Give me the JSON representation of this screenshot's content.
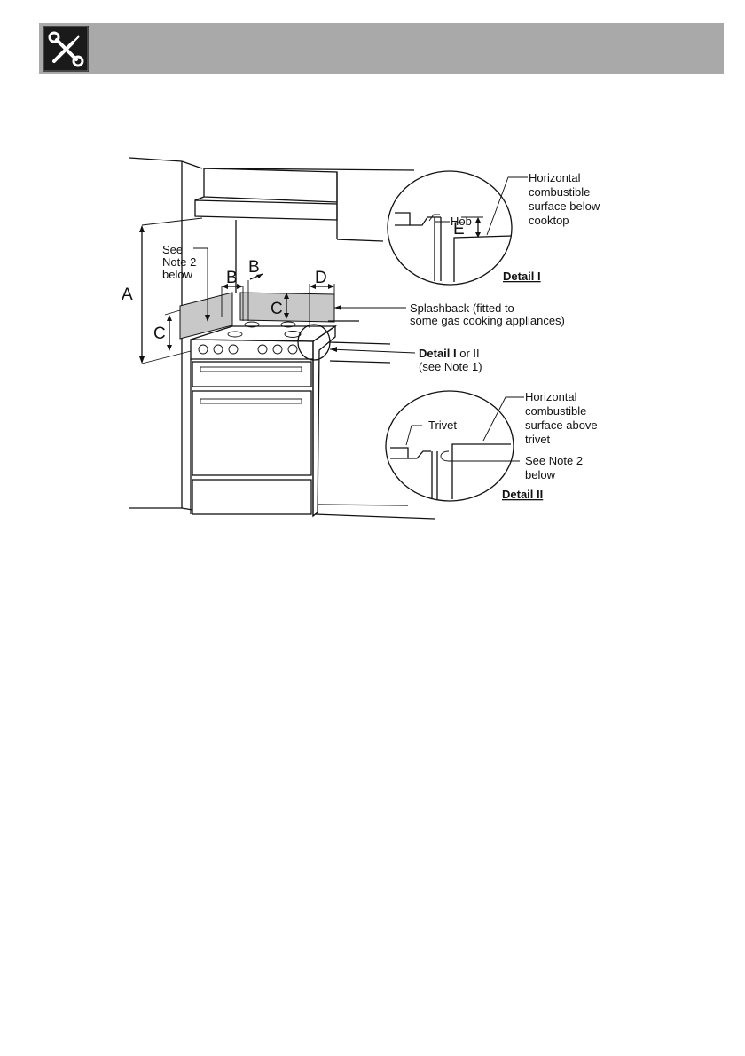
{
  "header": {
    "icon": "tools-icon"
  },
  "labels": {
    "A": "A",
    "B1": "B",
    "B2": "B",
    "C1": "C",
    "C2": "C",
    "D": "D",
    "E": "E",
    "see_note2_l1": "See",
    "see_note2_l2": "Note 2",
    "see_note2_l3": "below",
    "splash_l1": "Splashback (fitted to",
    "splash_l2": "some gas cooking appliances)",
    "detail_or_bold": "Detail I",
    "detail_or_rest": " or II",
    "detail_or_l2": "(see Note 1)",
    "d1_hob": "Hob",
    "d1_l1": "Horizontal",
    "d1_l2": "combustible",
    "d1_l3": "surface below",
    "d1_l4": "cooktop",
    "d1_title": "Detail I",
    "d2_trivet": "Trivet",
    "d2_l1": "Horizontal",
    "d2_l2": "combustible",
    "d2_l3": "surface above",
    "d2_l4": "trivet",
    "d2_note_l1": "See Note 2",
    "d2_note_l2": "below",
    "d2_title": "Detail II"
  }
}
